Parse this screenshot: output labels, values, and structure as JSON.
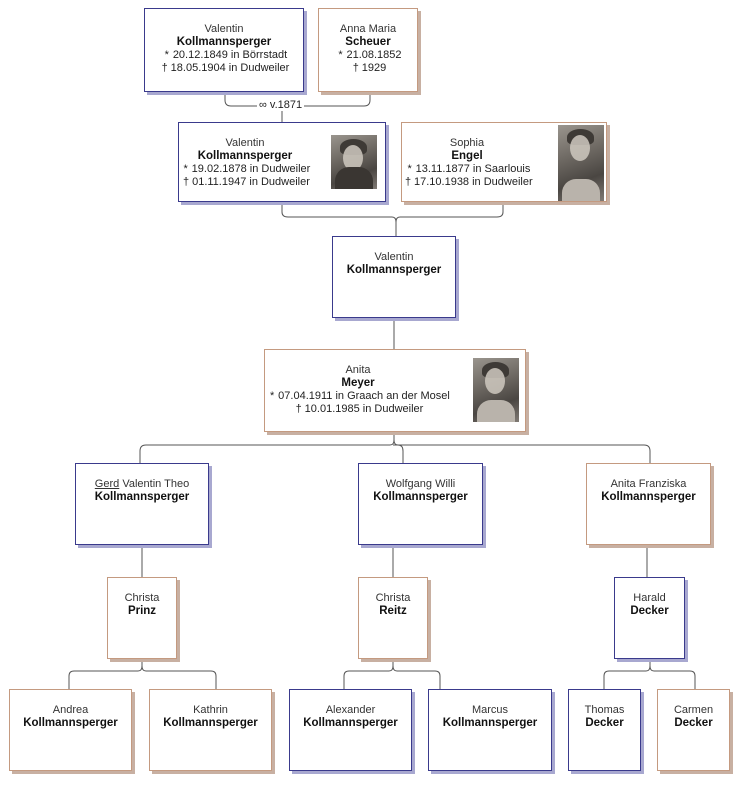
{
  "marriage_label": "∞ v.1871",
  "symbols": {
    "birth": "*",
    "death": "†"
  },
  "colors": {
    "male_border": "#3a3a8c",
    "female_border": "#c49a80",
    "line": "#555555"
  },
  "persons": {
    "gf": {
      "given": "Valentin",
      "surname": "Kollmannsperger",
      "birth": "20.12.1849 in Börrstadt",
      "death": "18.05.1904 in Dudweiler",
      "sex": "m"
    },
    "gm": {
      "given": "Anna Maria",
      "surname": "Scheuer",
      "birth": "21.08.1852",
      "death": "1929",
      "sex": "f"
    },
    "father": {
      "given": "Valentin",
      "surname": "Kollmannsperger",
      "birth": "19.02.1878 in Dudweiler",
      "death": "01.11.1947 in Dudweiler",
      "sex": "m",
      "photo": true
    },
    "mother": {
      "given": "Sophia",
      "surname": "Engel",
      "birth": "13.11.1877 in Saarlouis",
      "death": "17.10.1938 in Dudweiler",
      "sex": "f",
      "photo": true
    },
    "root": {
      "given": "Valentin",
      "surname": "Kollmannsperger",
      "sex": "m"
    },
    "spouse": {
      "given": "Anita",
      "surname": "Meyer",
      "birth": "07.04.1911 in Graach an der Mosel",
      "death": "10.01.1985 in Dudweiler",
      "sex": "f",
      "photo": true
    },
    "child1": {
      "given_underlined": "Gerd",
      "given_rest": " Valentin Theo",
      "surname": "Kollmannsperger",
      "sex": "m"
    },
    "child2": {
      "given": "Wolfgang Willi",
      "surname": "Kollmannsperger",
      "sex": "m"
    },
    "child3": {
      "given": "Anita Franziska",
      "surname": "Kollmannsperger",
      "sex": "f"
    },
    "sp1": {
      "given": "Christa",
      "surname": "Prinz",
      "sex": "f"
    },
    "sp2": {
      "given": "Christa",
      "surname": "Reitz",
      "sex": "f"
    },
    "sp3": {
      "given": "Harald",
      "surname": "Decker",
      "sex": "m"
    },
    "gc1": {
      "given": "Andrea",
      "surname": "Kollmannsperger",
      "sex": "f"
    },
    "gc2": {
      "given": "Kathrin",
      "surname": "Kollmannsperger",
      "sex": "f"
    },
    "gc3": {
      "given": "Alexander",
      "surname": "Kollmannsperger",
      "sex": "m"
    },
    "gc4": {
      "given": "Marcus",
      "surname": "Kollmannsperger",
      "sex": "m"
    },
    "gc5": {
      "given": "Thomas",
      "surname": "Decker",
      "sex": "m"
    },
    "gc6": {
      "given": "Carmen",
      "surname": "Decker",
      "sex": "f"
    }
  }
}
